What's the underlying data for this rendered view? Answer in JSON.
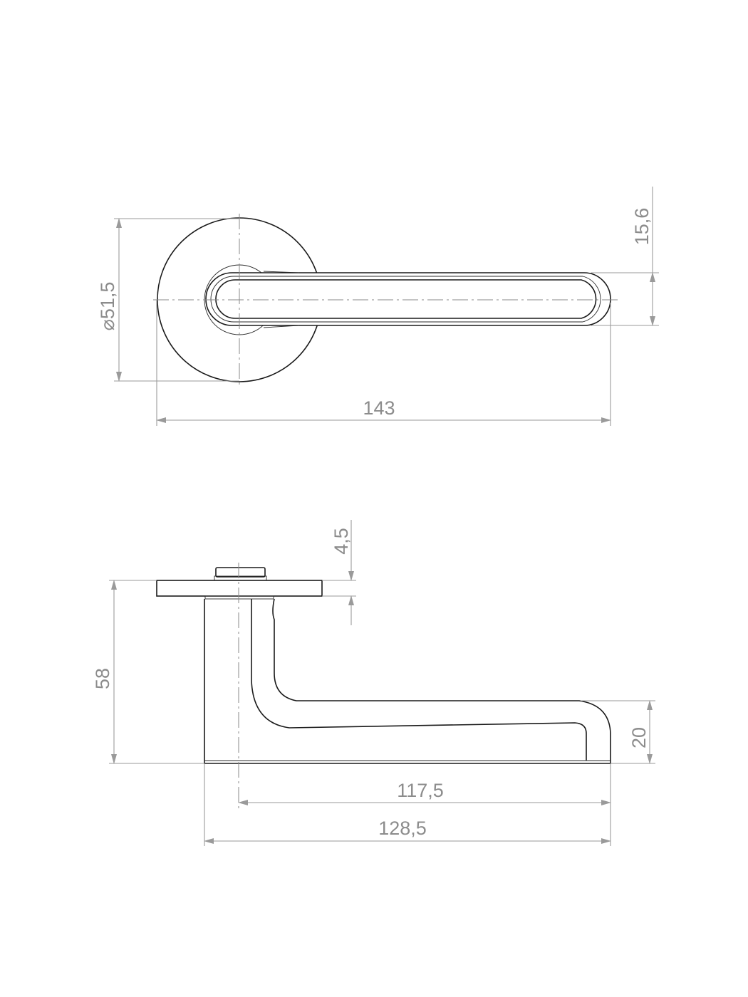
{
  "drawing": {
    "top_view": {
      "dim_diameter": "⌀51,5",
      "dim_overall_length": "143",
      "dim_lever_width": "15,6"
    },
    "side_view": {
      "dim_height": "58",
      "dim_rose_thickness": "4,5",
      "dim_grip_height": "20",
      "dim_reach_from_axis": "117,5",
      "dim_overall_projection": "128,5"
    },
    "colors": {
      "outline": "#1a1a1a",
      "dimension": "#9a9a9a"
    }
  }
}
